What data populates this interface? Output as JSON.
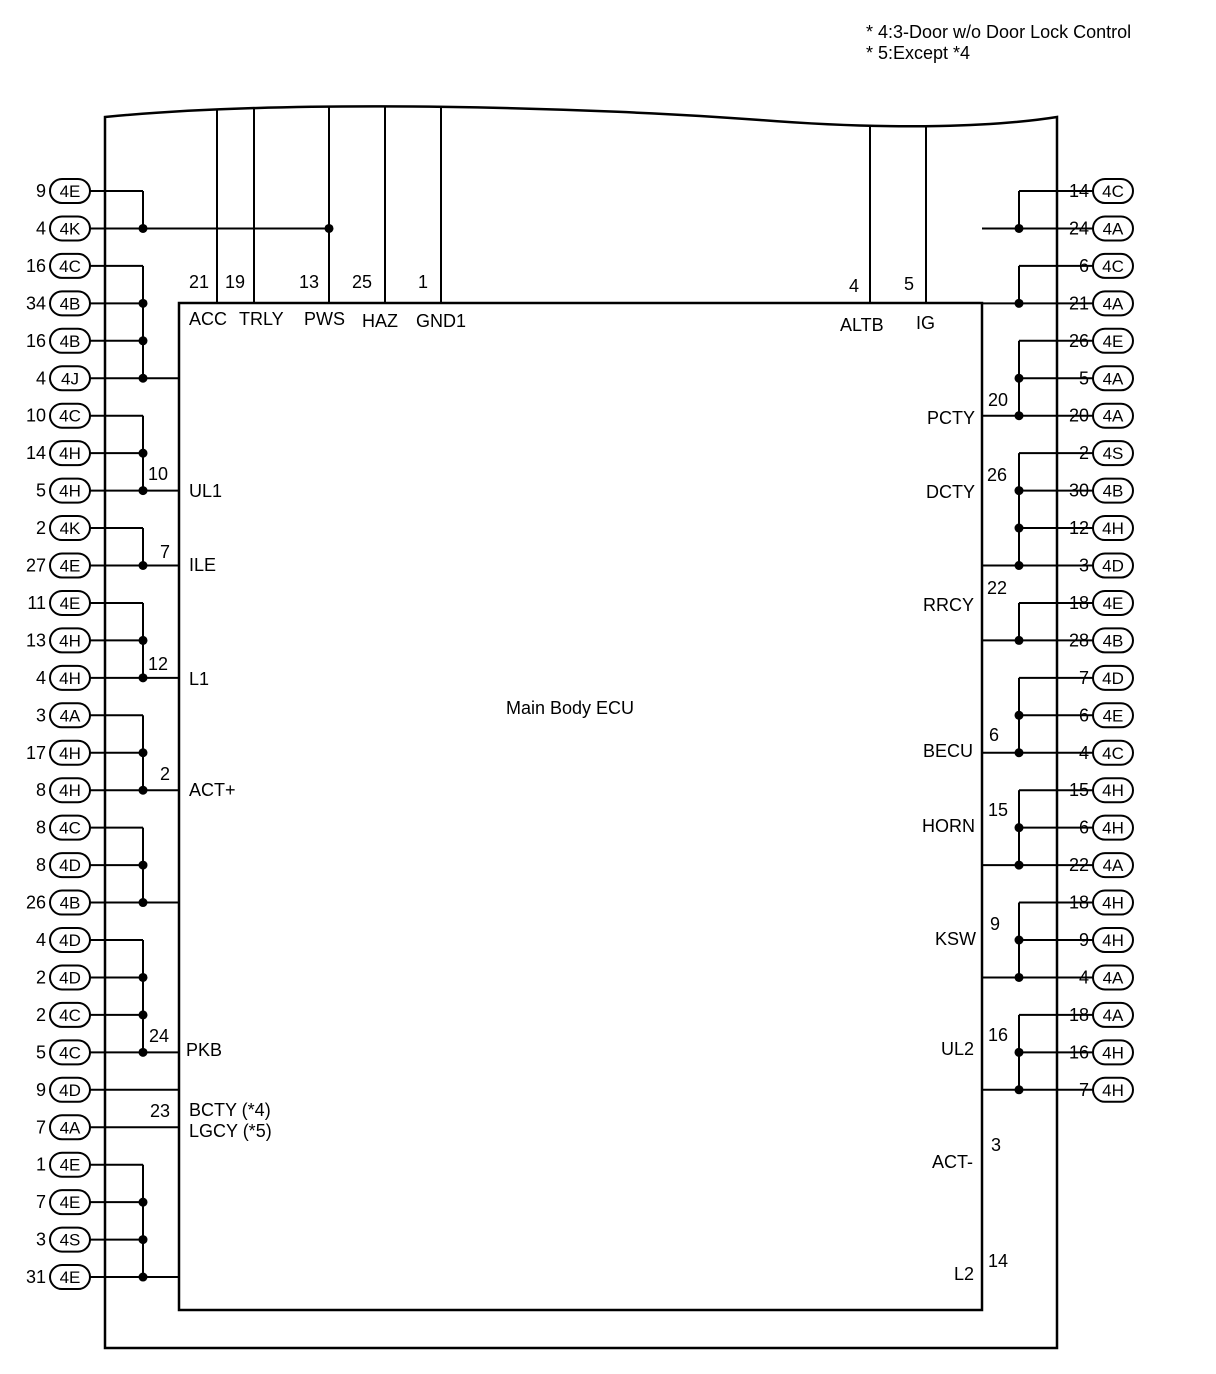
{
  "notes": [
    "* 4:3-Door w/o Door Lock Control",
    "* 5:Except *4"
  ],
  "ecu_label": "Main Body ECU",
  "top_pins": [
    {
      "num": "21",
      "name": "ACC"
    },
    {
      "num": "19",
      "name": "TRLY"
    },
    {
      "num": "13",
      "name": "PWS"
    },
    {
      "num": "25",
      "name": "HAZ"
    },
    {
      "num": "1",
      "name": "GND1"
    },
    {
      "num": "4",
      "name": "ALTB"
    },
    {
      "num": "5",
      "name": "IG"
    }
  ],
  "left_connectors": [
    {
      "pin": "9",
      "conn": "4E"
    },
    {
      "pin": "4",
      "conn": "4K"
    },
    {
      "pin": "16",
      "conn": "4C"
    },
    {
      "pin": "34",
      "conn": "4B"
    },
    {
      "pin": "16",
      "conn": "4B"
    },
    {
      "pin": "4",
      "conn": "4J"
    },
    {
      "pin": "10",
      "conn": "4C"
    },
    {
      "pin": "14",
      "conn": "4H"
    },
    {
      "pin": "5",
      "conn": "4H"
    },
    {
      "pin": "2",
      "conn": "4K"
    },
    {
      "pin": "27",
      "conn": "4E"
    },
    {
      "pin": "11",
      "conn": "4E"
    },
    {
      "pin": "13",
      "conn": "4H"
    },
    {
      "pin": "4",
      "conn": "4H"
    },
    {
      "pin": "3",
      "conn": "4A"
    },
    {
      "pin": "17",
      "conn": "4H"
    },
    {
      "pin": "8",
      "conn": "4H"
    },
    {
      "pin": "8",
      "conn": "4C"
    },
    {
      "pin": "8",
      "conn": "4D"
    },
    {
      "pin": "26",
      "conn": "4B"
    },
    {
      "pin": "4",
      "conn": "4D"
    },
    {
      "pin": "2",
      "conn": "4D"
    },
    {
      "pin": "2",
      "conn": "4C"
    },
    {
      "pin": "5",
      "conn": "4C"
    },
    {
      "pin": "9",
      "conn": "4D"
    },
    {
      "pin": "7",
      "conn": "4A"
    },
    {
      "pin": "1",
      "conn": "4E"
    },
    {
      "pin": "7",
      "conn": "4E"
    },
    {
      "pin": "3",
      "conn": "4S"
    },
    {
      "pin": "31",
      "conn": "4E"
    }
  ],
  "left_pins": [
    {
      "num": "10",
      "name": "UL1"
    },
    {
      "num": "7",
      "name": "ILE"
    },
    {
      "num": "12",
      "name": "L1"
    },
    {
      "num": "2",
      "name": "ACT+"
    },
    {
      "num": "24",
      "name": "PKB"
    },
    {
      "num": "23",
      "name": "BCTY (*4)",
      "name2": "LGCY (*5)"
    }
  ],
  "right_connectors": [
    {
      "pin": "14",
      "conn": "4C"
    },
    {
      "pin": "24",
      "conn": "4A"
    },
    {
      "pin": "6",
      "conn": "4C"
    },
    {
      "pin": "21",
      "conn": "4A"
    },
    {
      "pin": "26",
      "conn": "4E"
    },
    {
      "pin": "5",
      "conn": "4A"
    },
    {
      "pin": "20",
      "conn": "4A"
    },
    {
      "pin": "2",
      "conn": "4S"
    },
    {
      "pin": "30",
      "conn": "4B"
    },
    {
      "pin": "12",
      "conn": "4H"
    },
    {
      "pin": "3",
      "conn": "4D"
    },
    {
      "pin": "18",
      "conn": "4E"
    },
    {
      "pin": "28",
      "conn": "4B"
    },
    {
      "pin": "7",
      "conn": "4D"
    },
    {
      "pin": "6",
      "conn": "4E"
    },
    {
      "pin": "4",
      "conn": "4C"
    },
    {
      "pin": "15",
      "conn": "4H"
    },
    {
      "pin": "6",
      "conn": "4H"
    },
    {
      "pin": "22",
      "conn": "4A"
    },
    {
      "pin": "18",
      "conn": "4H"
    },
    {
      "pin": "9",
      "conn": "4H"
    },
    {
      "pin": "4",
      "conn": "4A"
    },
    {
      "pin": "18",
      "conn": "4A"
    },
    {
      "pin": "16",
      "conn": "4H"
    },
    {
      "pin": "7",
      "conn": "4H"
    }
  ],
  "right_pins": [
    {
      "num": "20",
      "name": "PCTY"
    },
    {
      "num": "26",
      "name": "DCTY"
    },
    {
      "num": "22",
      "name": "RRCY"
    },
    {
      "num": "6",
      "name": "BECU"
    },
    {
      "num": "15",
      "name": "HORN"
    },
    {
      "num": "9",
      "name": "KSW"
    },
    {
      "num": "16",
      "name": "UL2"
    },
    {
      "num": "3",
      "name": "ACT-"
    },
    {
      "num": "14",
      "name": "L2"
    }
  ]
}
